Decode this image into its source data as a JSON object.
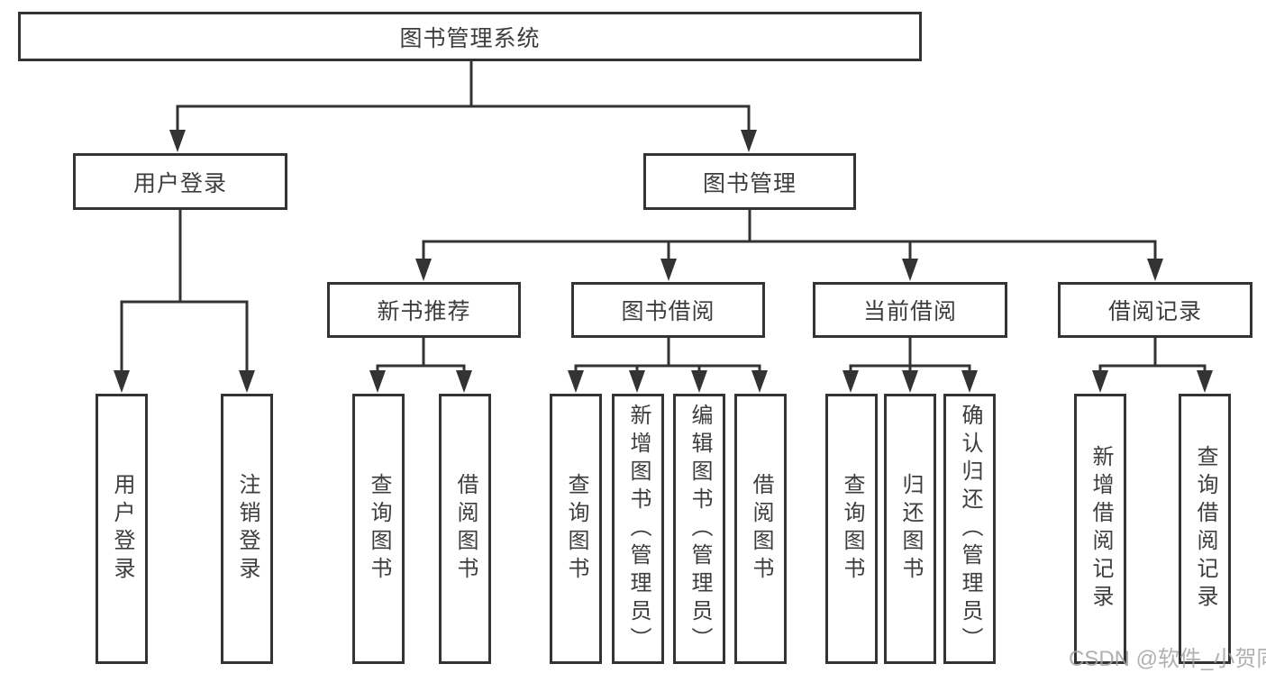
{
  "colors": {
    "line": "#333333",
    "text": "#3d3d3d",
    "background": "#ffffff",
    "watermark": "#a3a3a3"
  },
  "diagram": {
    "root": {
      "label": "图书管理系统"
    },
    "user_branch": {
      "label": "用户登录",
      "children": [
        {
          "label": "用户登录"
        },
        {
          "label": "注销登录"
        }
      ]
    },
    "book_branch": {
      "label": "图书管理",
      "sections": [
        {
          "label": "新书推荐",
          "children": [
            {
              "label": "查询图书"
            },
            {
              "label": "借阅图书"
            }
          ]
        },
        {
          "label": "图书借阅",
          "children": [
            {
              "label": "查询图书"
            },
            {
              "label": "新增图书（管理员）"
            },
            {
              "label": "编辑图书（管理员）"
            },
            {
              "label": "借阅图书"
            }
          ]
        },
        {
          "label": "当前借阅",
          "children": [
            {
              "label": "查询图书"
            },
            {
              "label": "归还图书"
            },
            {
              "label": "确认归还（管理员）"
            }
          ]
        },
        {
          "label": "借阅记录",
          "children": [
            {
              "label": "新增借阅记录"
            },
            {
              "label": "查询借阅记录"
            }
          ]
        }
      ]
    }
  },
  "watermark": {
    "text": "CSDN @软件_小贺同学"
  }
}
